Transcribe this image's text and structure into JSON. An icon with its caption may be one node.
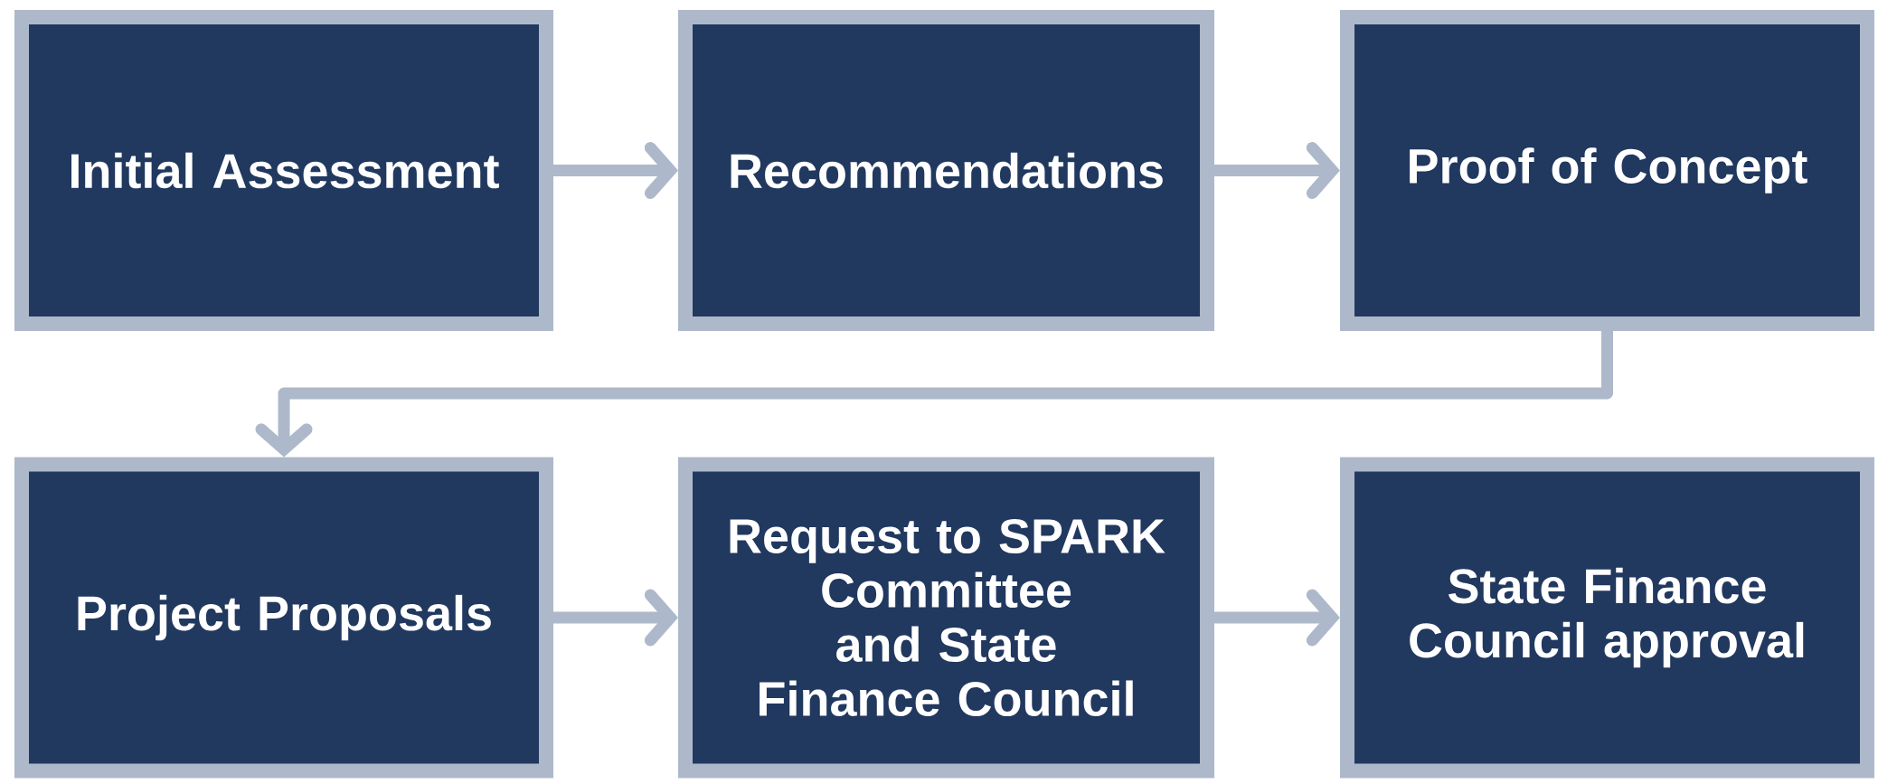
{
  "diagram": {
    "nodes": [
      {
        "text": [
          "Initial Assessment"
        ]
      },
      {
        "text": [
          "Recommendations"
        ]
      },
      {
        "text": [
          "Proof of Concept"
        ]
      },
      {
        "text": [
          "Project Proposals"
        ]
      },
      {
        "text": [
          "Request to SPARK Committee and State Finance Council"
        ]
      },
      {
        "text": [
          "State Finance Council approval"
        ]
      }
    ],
    "edges": [
      {
        "from": 0,
        "to": 1,
        "arrow": "to"
      },
      {
        "from": 1,
        "to": 2,
        "arrow": "to"
      },
      {
        "from": 2,
        "to": 3,
        "arrow": "to"
      },
      {
        "from": 3,
        "to": 4,
        "arrow": "to"
      },
      {
        "from": 4,
        "to": 5,
        "arrow": "to"
      }
    ]
  }
}
